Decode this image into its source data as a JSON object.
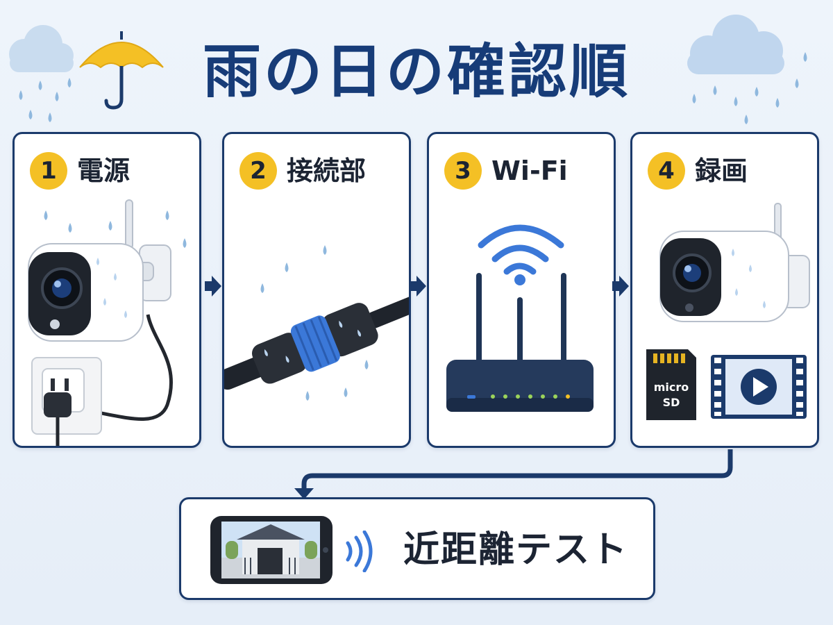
{
  "title": "雨の日の確認順",
  "steps": [
    {
      "number": "1",
      "label": "電源"
    },
    {
      "number": "2",
      "label": "接続部"
    },
    {
      "number": "3",
      "label": "Wi-Fi"
    },
    {
      "number": "4",
      "label": "録画"
    }
  ],
  "sd_card": {
    "line1": "micro",
    "line2": "SD"
  },
  "final_step": {
    "label": "近距離テスト"
  },
  "colors": {
    "navy": "#1b3a6b",
    "title": "#173c78",
    "badge": "#f4c025",
    "rain": "#8fb8de",
    "wifi_blue": "#3b78d8"
  }
}
